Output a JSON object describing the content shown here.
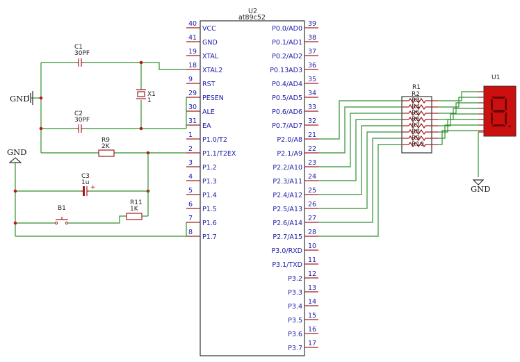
{
  "mcu": {
    "ref": "U2",
    "model": "at89c52",
    "left_pins": [
      {
        "num": "40",
        "name": "VCC"
      },
      {
        "num": "41",
        "name": "GND"
      },
      {
        "num": "19",
        "name": "XTAL"
      },
      {
        "num": "18",
        "name": "XTAL2"
      },
      {
        "num": "9",
        "name": "RST"
      },
      {
        "num": "29",
        "name": "PESEN"
      },
      {
        "num": "30",
        "name": "ALE"
      },
      {
        "num": "31",
        "name": "EA"
      },
      {
        "num": "1",
        "name": "P1.0/T2"
      },
      {
        "num": "2",
        "name": "P1.1/T2EX"
      },
      {
        "num": "3",
        "name": "P1.2"
      },
      {
        "num": "4",
        "name": "P1.3"
      },
      {
        "num": "5",
        "name": "P1.4"
      },
      {
        "num": "6",
        "name": "P1.5"
      },
      {
        "num": "7",
        "name": "P1.6"
      },
      {
        "num": "8",
        "name": "P1.7"
      }
    ],
    "right_pins": [
      {
        "num": "39",
        "name": "P0.0/AD0"
      },
      {
        "num": "38",
        "name": "P0.1/AD1"
      },
      {
        "num": "37",
        "name": "P0.2/AD2"
      },
      {
        "num": "36",
        "name": "P0.13AD3"
      },
      {
        "num": "35",
        "name": "P0.4/AD4"
      },
      {
        "num": "34",
        "name": "P0.5/AD5"
      },
      {
        "num": "33",
        "name": "P0.6/AD6"
      },
      {
        "num": "32",
        "name": "P0.7/AD7"
      },
      {
        "num": "21",
        "name": "P2.0/A8"
      },
      {
        "num": "22",
        "name": "P2.1/A9"
      },
      {
        "num": "23",
        "name": "P2.2/A10"
      },
      {
        "num": "24",
        "name": "P2.3/A11"
      },
      {
        "num": "25",
        "name": "P2.4/A12"
      },
      {
        "num": "26",
        "name": "P2.5/A13"
      },
      {
        "num": "27",
        "name": "P2.6/A14"
      },
      {
        "num": "28",
        "name": "P2.7/A15"
      },
      {
        "num": "10",
        "name": "P3.0/RXD"
      },
      {
        "num": "11",
        "name": "P3.1/TXD"
      },
      {
        "num": "12",
        "name": "P3.2"
      },
      {
        "num": "13",
        "name": "P3.3"
      },
      {
        "num": "14",
        "name": "P3.4"
      },
      {
        "num": "15",
        "name": "P3.5"
      },
      {
        "num": "16",
        "name": "P3.6"
      },
      {
        "num": "17",
        "name": "P3.7"
      }
    ]
  },
  "components": {
    "c1": {
      "ref": "C1",
      "value": "30PF"
    },
    "c2": {
      "ref": "C2",
      "value": "30PF"
    },
    "x1": {
      "ref": "X1",
      "value": "1"
    },
    "r9": {
      "ref": "R9",
      "value": "2K"
    },
    "c3": {
      "ref": "C3",
      "value": "1u",
      "polarity": "+"
    },
    "r11": {
      "ref": "R11",
      "value": "1K"
    },
    "b1": {
      "ref": "B1"
    },
    "r1": {
      "ref": "R1",
      "labels": [
        "R2",
        "R3",
        "R4",
        "R5",
        "R6",
        "R7",
        "R8",
        "R9",
        "R10"
      ]
    },
    "u1": {
      "ref": "U1"
    }
  },
  "power": {
    "gnd_left": "GND",
    "gnd_top": "GND",
    "gnd_bottom": "GND"
  },
  "colors": {
    "wire": "#2f8f2f",
    "pin": "#a01c1c",
    "junction": "#c0141a",
    "pin_text": "#1a1aa8",
    "display_body": "#cc1010",
    "display_segment": "#6a0606"
  }
}
